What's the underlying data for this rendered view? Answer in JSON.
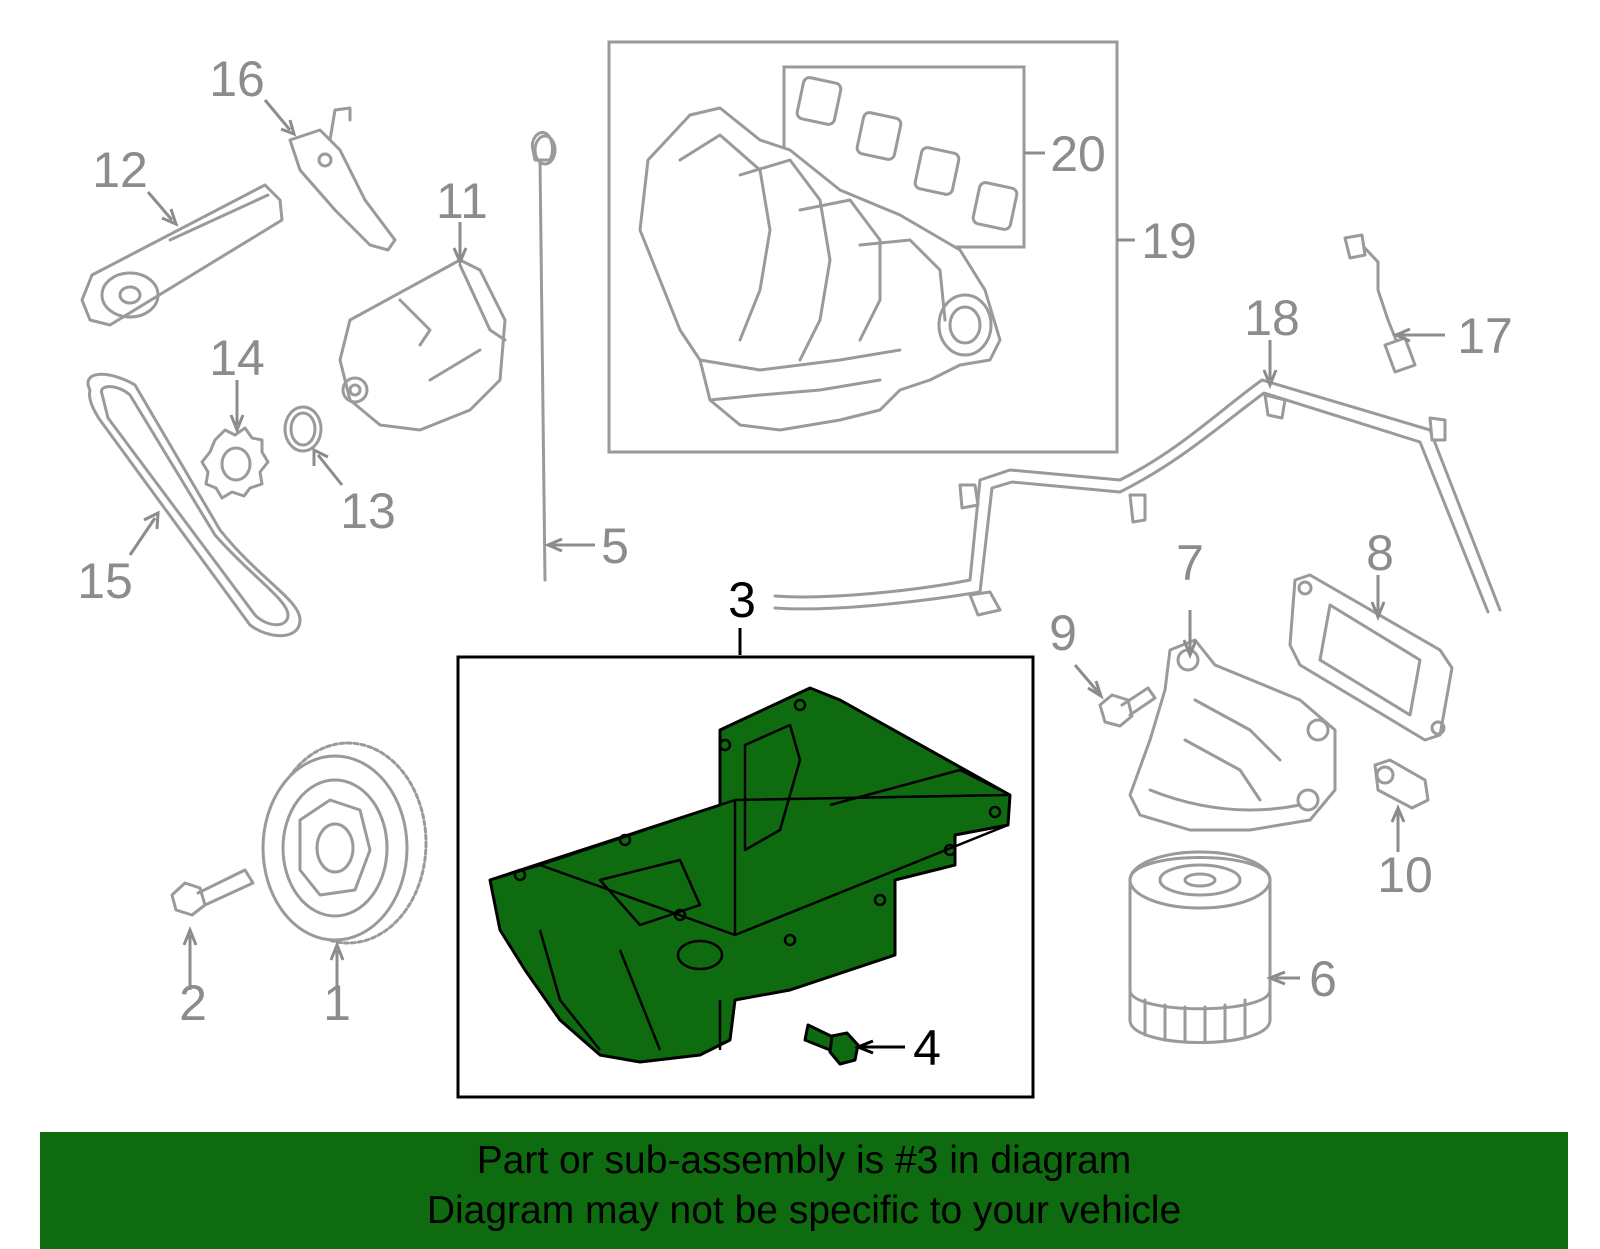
{
  "callouts": {
    "c1": "1",
    "c2": "2",
    "c3": "3",
    "c4": "4",
    "c5": "5",
    "c6": "6",
    "c7": "7",
    "c8": "8",
    "c9": "9",
    "c10": "10",
    "c11": "11",
    "c12": "12",
    "c13": "13",
    "c14": "14",
    "c15": "15",
    "c16": "16",
    "c17": "17",
    "c18": "18",
    "c19": "19",
    "c20": "20"
  },
  "highlight": {
    "part": "3",
    "color": "#0f6b0f"
  },
  "banner": {
    "line1": "Part or sub-assembly is #3 in diagram",
    "line2": "Diagram may not be specific to your vehicle",
    "background": "#0f6b0f"
  }
}
